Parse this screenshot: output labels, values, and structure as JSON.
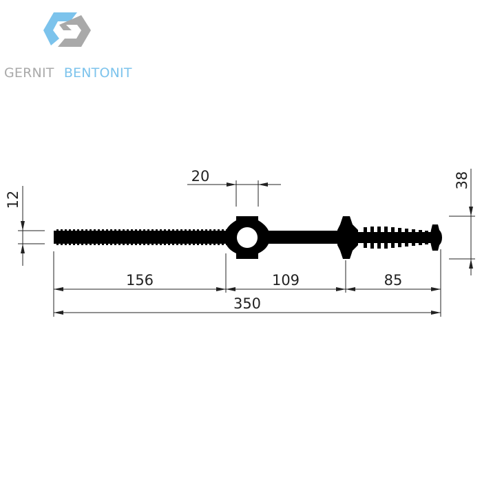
{
  "logo": {
    "name_part1": "GERNIT",
    "name_part2": "BENTONIT",
    "colors": {
      "blue": "#7cc3ec",
      "gray": "#a9a9a9"
    },
    "icon": "hexagon-g-logo-icon"
  },
  "drawing": {
    "profile_color": "#000000",
    "line_color": "#222222"
  },
  "dimensions": {
    "total_width": "350",
    "left_flange": "156",
    "center_section": "109",
    "right_section": "85",
    "bulb_width": "20",
    "flange_thickness": "12",
    "end_height": "38"
  }
}
